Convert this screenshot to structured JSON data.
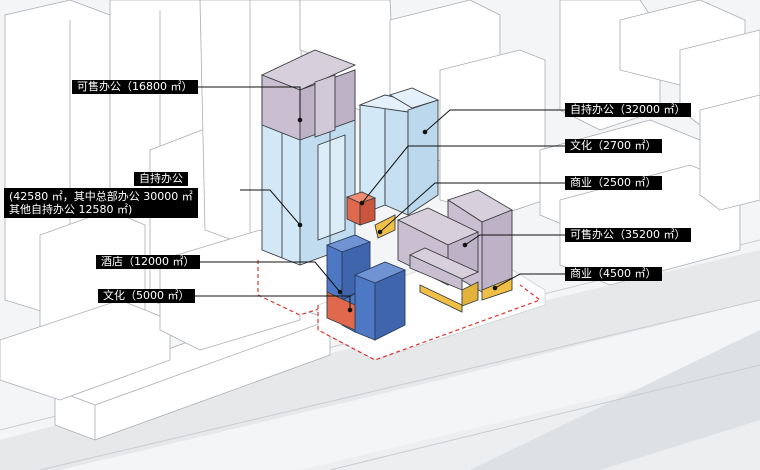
{
  "labels": {
    "sale_office_north": "可售办公（16800 ㎡）",
    "self_office_main_title": "自持办公",
    "self_office_main_line1": "(42580 ㎡，其中总部办公 30000 ㎡",
    "self_office_main_line2": "其他自持办公 12580 ㎡)",
    "hotel": "酒店（12000 ㎡）",
    "culture_west": "文化（5000 ㎡）",
    "self_office_east": "自持办公（32000 ㎡）",
    "culture_east": "文化（2700 ㎡）",
    "commerce_north": "商业（2500 ㎡）",
    "sale_office_east": "可售办公（35200 ㎡）",
    "commerce_south": "商业（4500 ㎡）"
  },
  "colors": {
    "sale_office": "#c9bfd0",
    "self_office": "#d3e8f6",
    "hotel": "#4d78c4",
    "culture": "#e0694d",
    "commerce": "#f0c046",
    "context_building": "#ffffff",
    "site_boundary": "#e0322d",
    "road": "#e4e6e8",
    "label_bg": "#000000",
    "label_text": "#ffffff"
  }
}
